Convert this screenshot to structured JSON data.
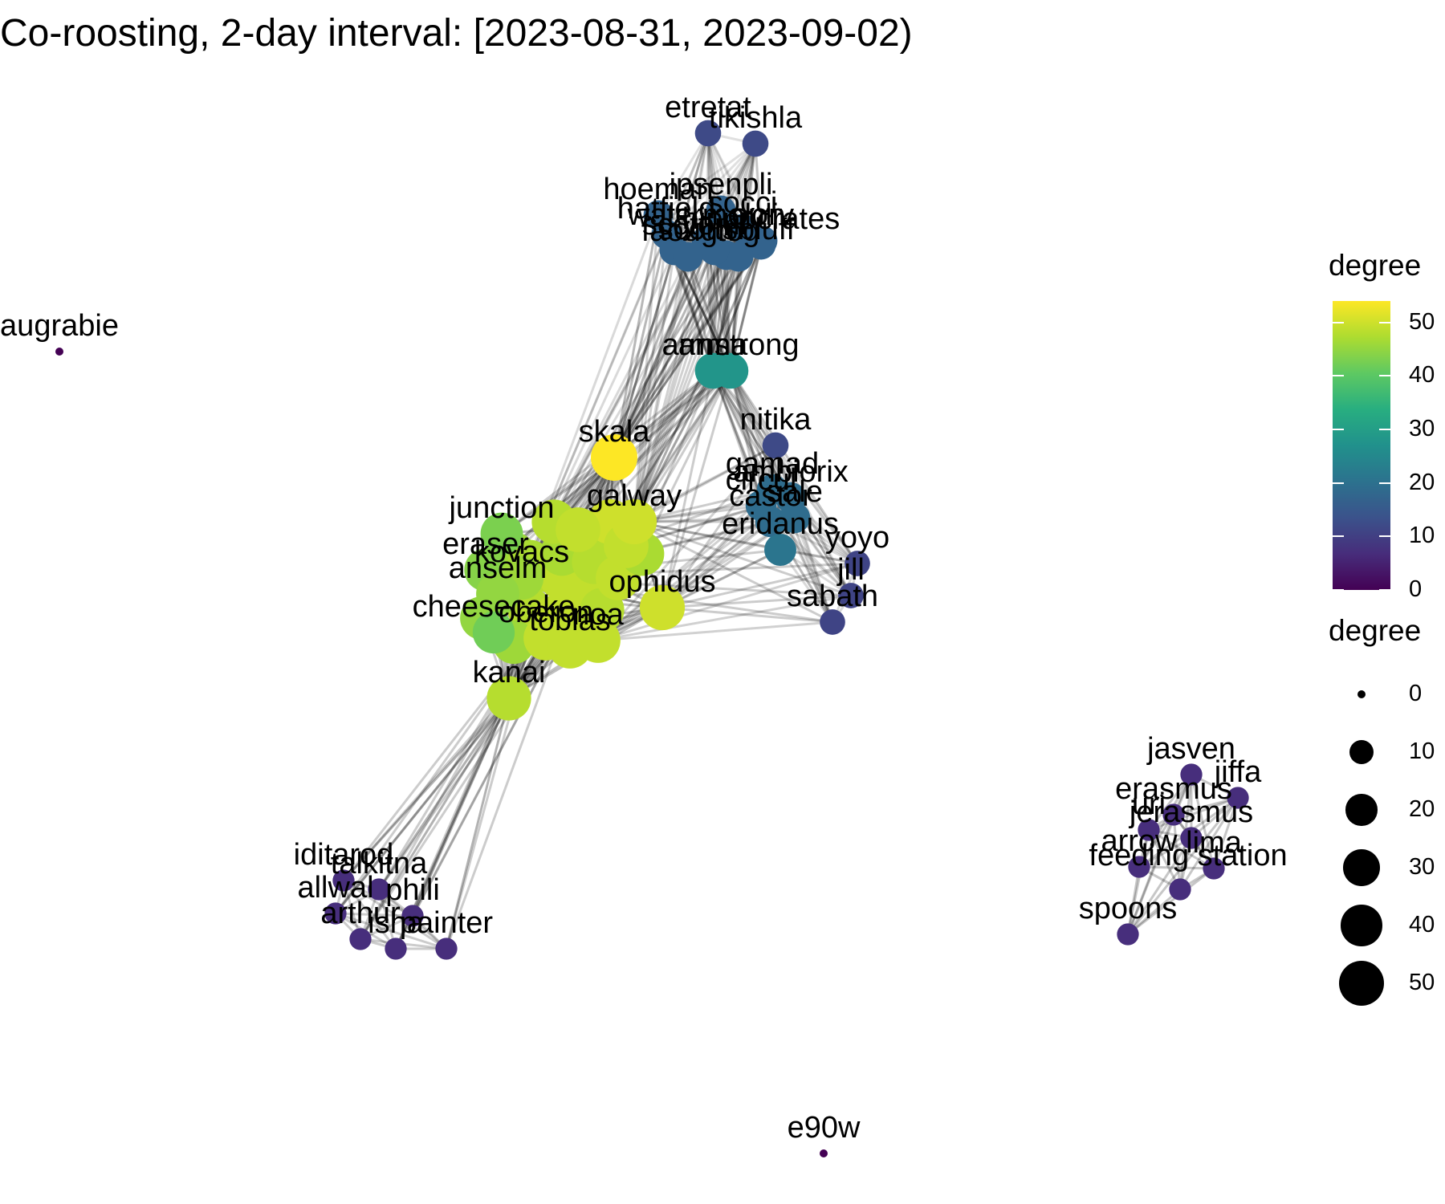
{
  "title": "Co-roosting, 2-day interval: [2023-08-31, 2023-09-02)",
  "legend": {
    "color_title": "degree",
    "size_title": "degree",
    "color_ticks": [
      "50",
      "40",
      "30",
      "20",
      "10",
      "0"
    ],
    "size_ticks": [
      "0",
      "10",
      "20",
      "30",
      "40",
      "50"
    ],
    "color_scale": "viridis"
  },
  "nodes": [
    {
      "id": "augrabie",
      "degree": 0
    },
    {
      "id": "e90w",
      "degree": 0
    },
    {
      "id": "etretat",
      "degree": 12
    },
    {
      "id": "tikishla",
      "degree": 12
    },
    {
      "id": "hoeman",
      "degree": 17
    },
    {
      "id": "ipsenpli",
      "degree": 17
    },
    {
      "id": "socci",
      "degree": 17
    },
    {
      "id": "hatfield",
      "degree": 17
    },
    {
      "id": "hippocrates",
      "degree": 17
    },
    {
      "id": "watermelon",
      "degree": 17
    },
    {
      "id": "scottsbluff",
      "degree": 17
    },
    {
      "id": "scott",
      "degree": 17
    },
    {
      "id": "tog",
      "degree": 17
    },
    {
      "id": "yomi",
      "degree": 17
    },
    {
      "id": "faough",
      "degree": 17
    },
    {
      "id": "ouliv",
      "degree": 17
    },
    {
      "id": "armstrong",
      "degree": 28
    },
    {
      "id": "arma",
      "degree": 28
    },
    {
      "id": "skala",
      "degree": 54
    },
    {
      "id": "nitika",
      "degree": 12
    },
    {
      "id": "gamad",
      "degree": 19
    },
    {
      "id": "ambiorix",
      "degree": 19
    },
    {
      "id": "circul",
      "degree": 19
    },
    {
      "id": "castor",
      "degree": 19
    },
    {
      "id": "sale",
      "degree": 19
    },
    {
      "id": "eridanus",
      "degree": 21
    },
    {
      "id": "yoyo",
      "degree": 11
    },
    {
      "id": "jill",
      "degree": 11
    },
    {
      "id": "sabath",
      "degree": 11
    },
    {
      "id": "galway",
      "degree": 50
    },
    {
      "id": "junction",
      "degree": 43
    },
    {
      "id": "eraser",
      "degree": 44
    },
    {
      "id": "kovacs",
      "degree": 46
    },
    {
      "id": "anselm",
      "degree": 45
    },
    {
      "id": "cheesecake",
      "degree": 42
    },
    {
      "id": "oberon",
      "degree": 49
    },
    {
      "id": "tobias",
      "degree": 49
    },
    {
      "id": "noa",
      "degree": 49
    },
    {
      "id": "ophidus",
      "degree": 50
    },
    {
      "id": "kanai",
      "degree": 48
    },
    {
      "id": "iditarod",
      "degree": 7
    },
    {
      "id": "talkitna",
      "degree": 7
    },
    {
      "id": "allwal",
      "degree": 7
    },
    {
      "id": "phili",
      "degree": 7
    },
    {
      "id": "arthur",
      "degree": 7
    },
    {
      "id": "isha",
      "degree": 7
    },
    {
      "id": "painter",
      "degree": 7
    },
    {
      "id": "jasven",
      "degree": 7
    },
    {
      "id": "jiffa",
      "degree": 7
    },
    {
      "id": "uri",
      "degree": 7
    },
    {
      "id": "jerasmus",
      "degree": 7
    },
    {
      "id": "erasmus",
      "degree": 7
    },
    {
      "id": "arrow",
      "degree": 7
    },
    {
      "id": "lima",
      "degree": 7
    },
    {
      "id": "feeding station",
      "degree": 7
    },
    {
      "id": "spoons",
      "degree": 7
    }
  ]
}
